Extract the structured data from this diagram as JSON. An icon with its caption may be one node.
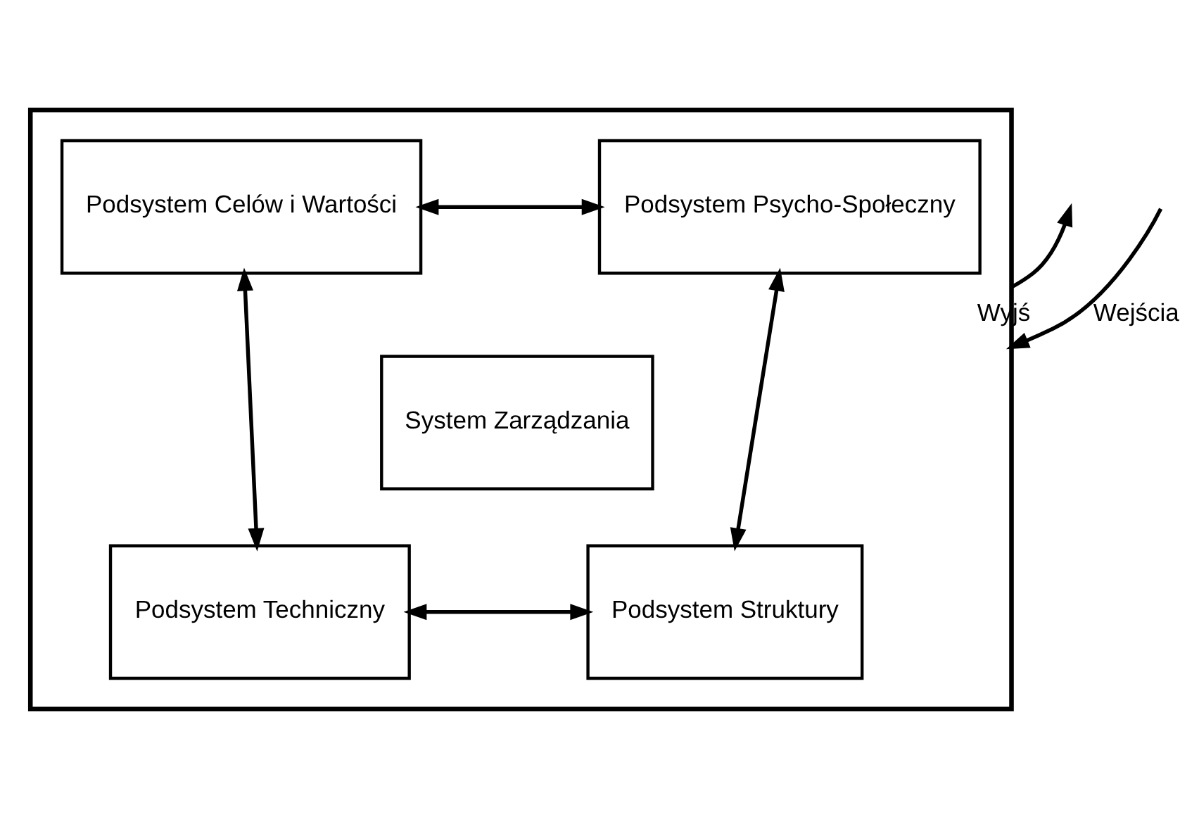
{
  "diagram": {
    "nodes": [
      {
        "text": [],
        "shape": "box"
      },
      {
        "text": [
          "Podsystem Celów i Wartości"
        ],
        "in": 0
      },
      {
        "text": [
          "Podsystem Psycho-Społeczny"
        ],
        "in": 0
      },
      {
        "text": [
          "System Zarządzania"
        ],
        "in": 0
      },
      {
        "text": [
          "Podsystem Techniczny"
        ],
        "in": 0
      },
      {
        "text": [
          "Podsystem Struktury"
        ],
        "in": 0
      }
    ],
    "edges": [
      {
        "from": null,
        "to": 0,
        "arrow": "to",
        "label": "Wejścia"
      },
      {
        "from": 1,
        "to": 2,
        "arrow": "both"
      },
      {
        "from": 1,
        "to": 4,
        "arrow": "both"
      },
      {
        "from": 2,
        "to": 5,
        "arrow": "both"
      },
      {
        "from": 4,
        "to": 5,
        "arrow": "both"
      },
      {
        "from": 0,
        "to": null,
        "arrow": "to",
        "label": "Wyjś"
      }
    ]
  }
}
